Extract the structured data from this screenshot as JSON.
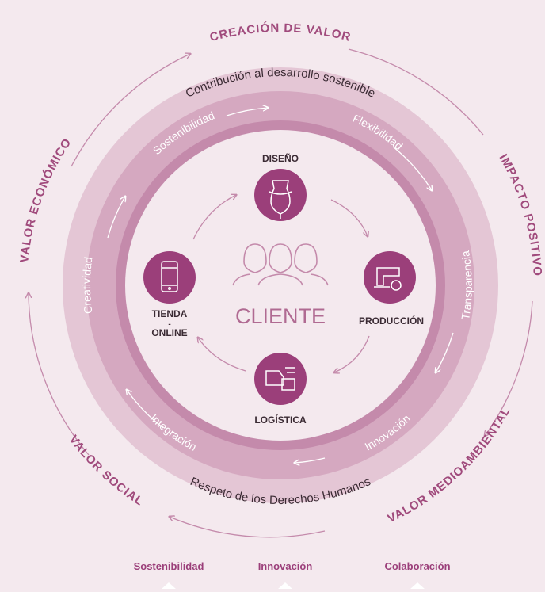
{
  "outer_ring": {
    "top": "CREACIÓN DE VALOR",
    "right": "IMPACTO POSITIVO",
    "bottom_right": "VALOR MEDIOAMBIENTAL",
    "bottom_left": "VALOR SOCIAL",
    "left": "VALOR ECONÓMICO"
  },
  "band": {
    "top": "Contribución al desarrollo sostenible",
    "bottom": "Respeto de los Derechos Humanos"
  },
  "values_ring": {
    "top_left": "Sostenibilidad",
    "top_right": "Flexibilidad",
    "right": "Transparencia",
    "bottom_right": "Innovación",
    "bottom_left": "Integración",
    "left": "Creatividad"
  },
  "center": {
    "label": "CLIENTE",
    "icon": "people-icon"
  },
  "nodes": [
    {
      "id": "design",
      "label": "DISEÑO",
      "icon": "dress-form-icon"
    },
    {
      "id": "production",
      "label": "PRODUCCIÓN",
      "icon": "sewing-machine-icon"
    },
    {
      "id": "logistics",
      "label": "LOGÍSTICA",
      "icon": "delivery-truck-icon"
    },
    {
      "id": "store",
      "label_line1": "TIENDA",
      "label_line2": "-",
      "label_line3": "ONLINE",
      "icon": "smartphone-icon"
    }
  ],
  "footer": [
    "Sostenibilidad",
    "Innovación",
    "Colaboración"
  ],
  "colors": {
    "background": "#f4e9ee",
    "band": "#ddb8cb",
    "inner_ring": "#c990ae",
    "node": "#9b3f7a",
    "text_accent": "#a04a7c",
    "text_dark": "#3a2a33",
    "line": "#c48aab"
  }
}
